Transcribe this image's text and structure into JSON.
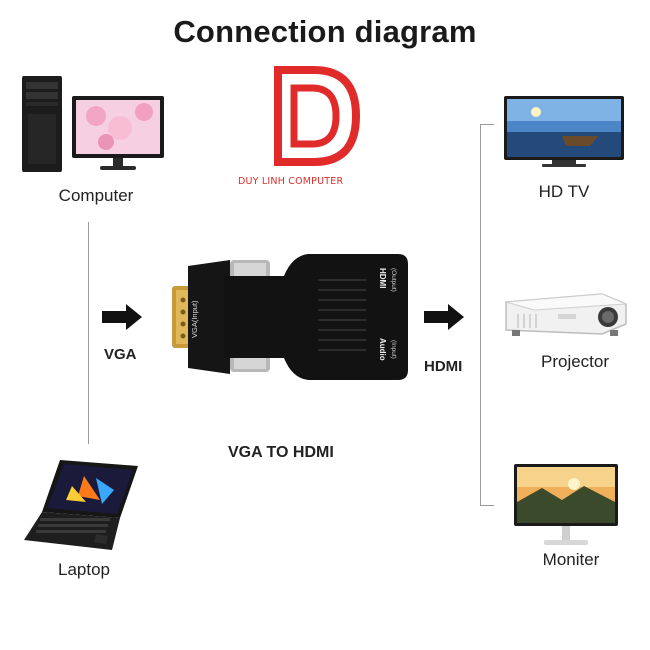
{
  "title": "Connection diagram",
  "brand": {
    "text": "DUY LINH COMPUTER",
    "color": "#e12b2b",
    "icon": "d-logo"
  },
  "sources": [
    {
      "label": "Computer",
      "icon": "desktop-computer-icon"
    },
    {
      "label": "Laptop",
      "icon": "laptop-icon"
    }
  ],
  "input_label": "VGA",
  "output_label": "HDMI",
  "adapter": {
    "caption": "VGA TO HDMI",
    "port_vga": "VGA(Input)",
    "port_hdmi": "HDMI",
    "port_hdmi_sub": "(Output)",
    "port_audio": "Audio",
    "port_audio_sub": "(Input)"
  },
  "outputs": [
    {
      "label": "HD TV",
      "icon": "tv-icon"
    },
    {
      "label": "Projector",
      "icon": "projector-icon"
    },
    {
      "label": "Moniter",
      "icon": "monitor-icon"
    }
  ],
  "colors": {
    "accent": "#e12b2b",
    "lines": "#9a9a9a",
    "arrows": "#111111"
  }
}
